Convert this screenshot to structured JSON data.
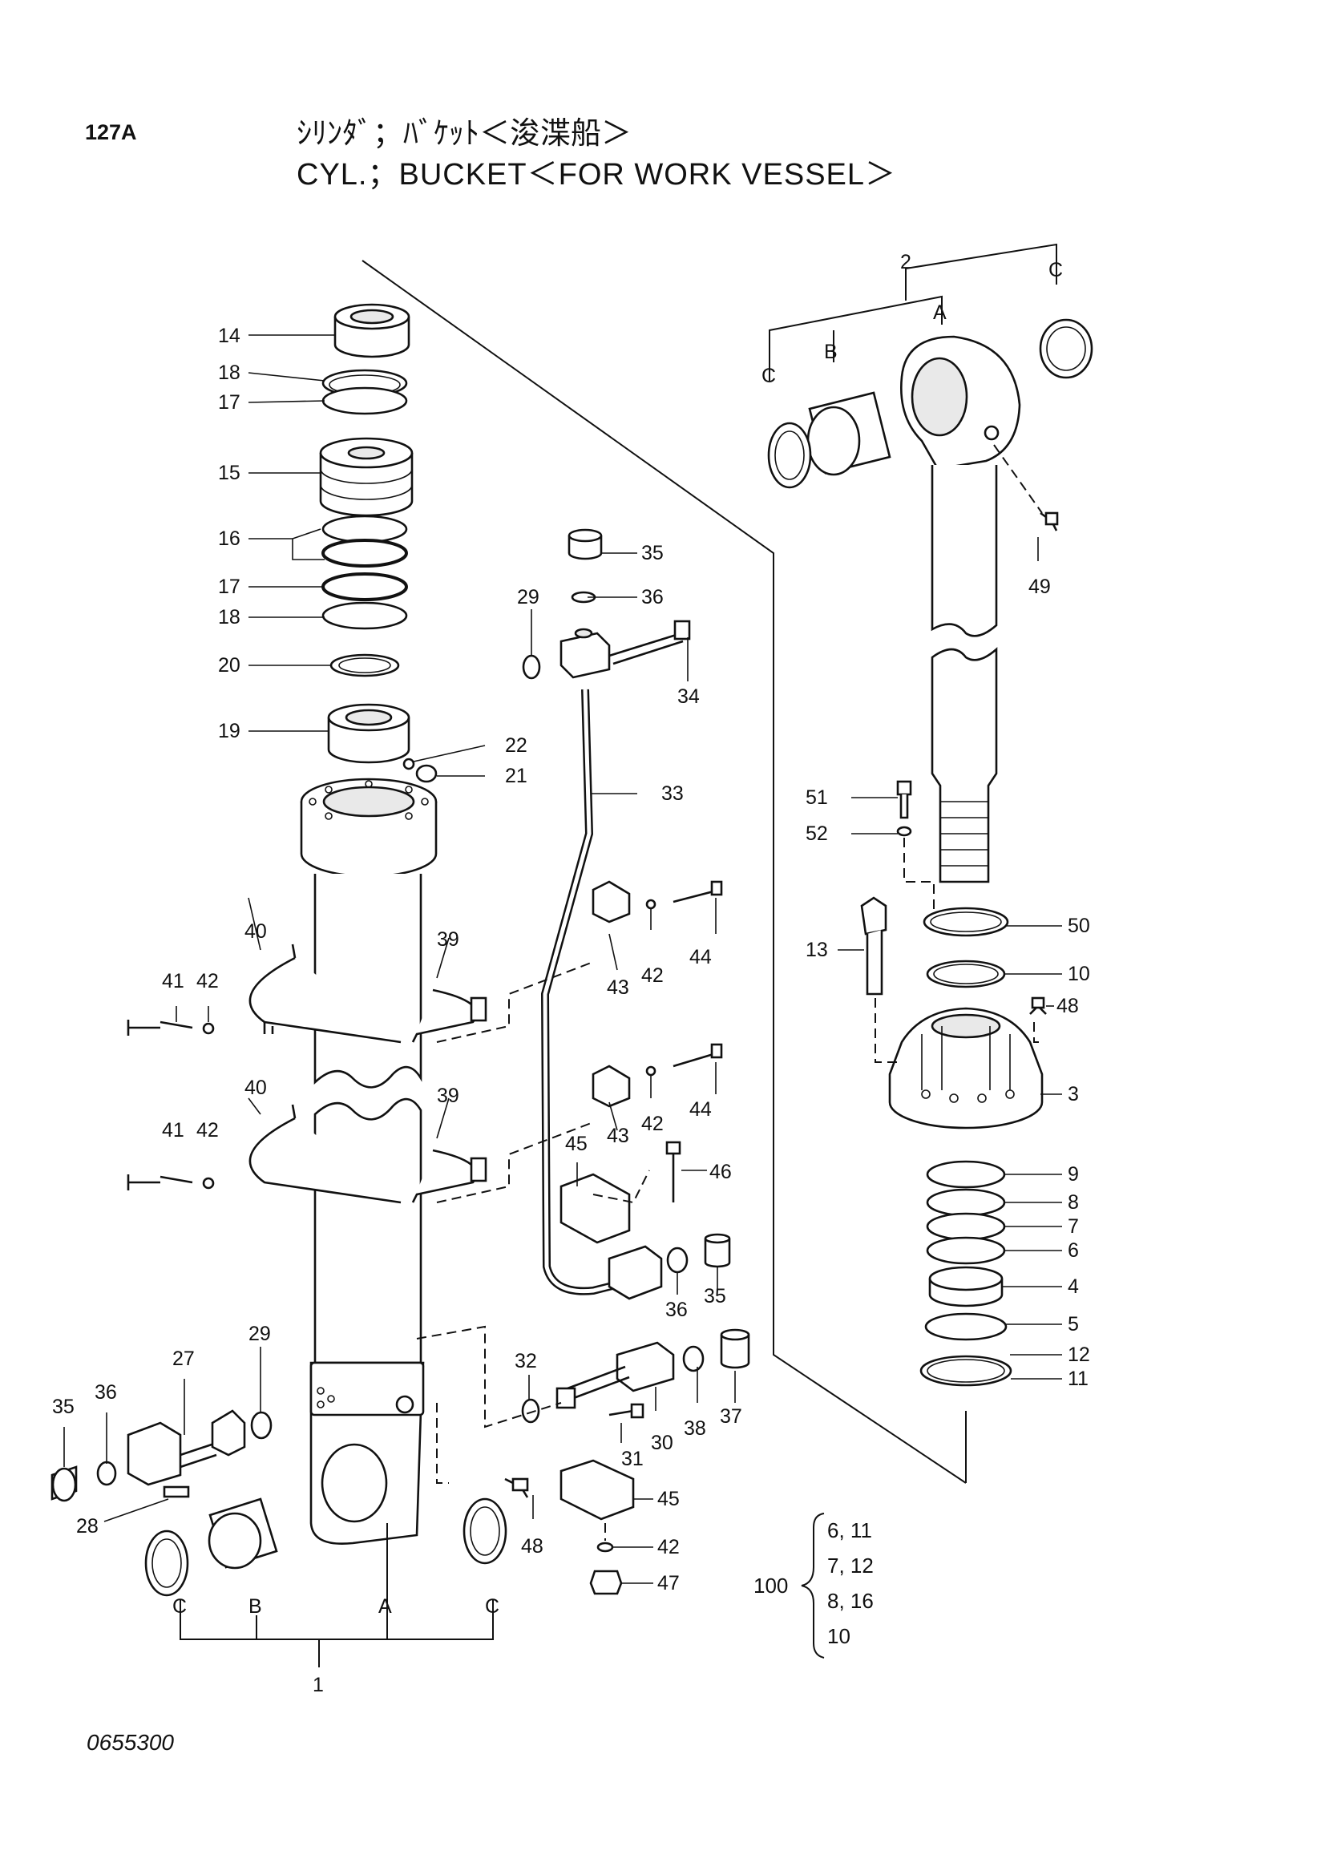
{
  "header": {
    "page_number": "127A",
    "title_jp": "ｼﾘﾝﾀﾞ；ﾊﾞｹｯﾄ＜浚渫船＞",
    "title_en": "CYL.；BUCKET＜FOR WORK VESSEL＞"
  },
  "footer": {
    "drawing_number": "0655300"
  },
  "kit": {
    "number": "100",
    "lines": [
      "6, 11",
      "7, 12",
      "8, 16",
      "10"
    ]
  },
  "group_letters": {
    "a": "A",
    "b": "B",
    "c": "C"
  },
  "labels": {
    "p1": "1",
    "p2": "2",
    "p3": "3",
    "p4": "4",
    "p5": "5",
    "p6": "6",
    "p7": "7",
    "p8": "8",
    "p9": "9",
    "p10": "10",
    "p11": "11",
    "p12": "12",
    "p13": "13",
    "p14": "14",
    "p15": "15",
    "p16": "16",
    "p17": "17",
    "p18": "18",
    "p19": "19",
    "p20": "20",
    "p21": "21",
    "p22": "22",
    "p27": "27",
    "p28": "28",
    "p29": "29",
    "p30": "30",
    "p31": "31",
    "p32": "32",
    "p33": "33",
    "p34": "34",
    "p35": "35",
    "p36": "36",
    "p37": "37",
    "p38": "38",
    "p39": "39",
    "p40": "40",
    "p41": "41",
    "p42": "42",
    "p43": "43",
    "p44": "44",
    "p45": "45",
    "p46": "46",
    "p47": "47",
    "p48": "48",
    "p49": "49",
    "p50": "50",
    "p51": "51",
    "p52": "52"
  }
}
